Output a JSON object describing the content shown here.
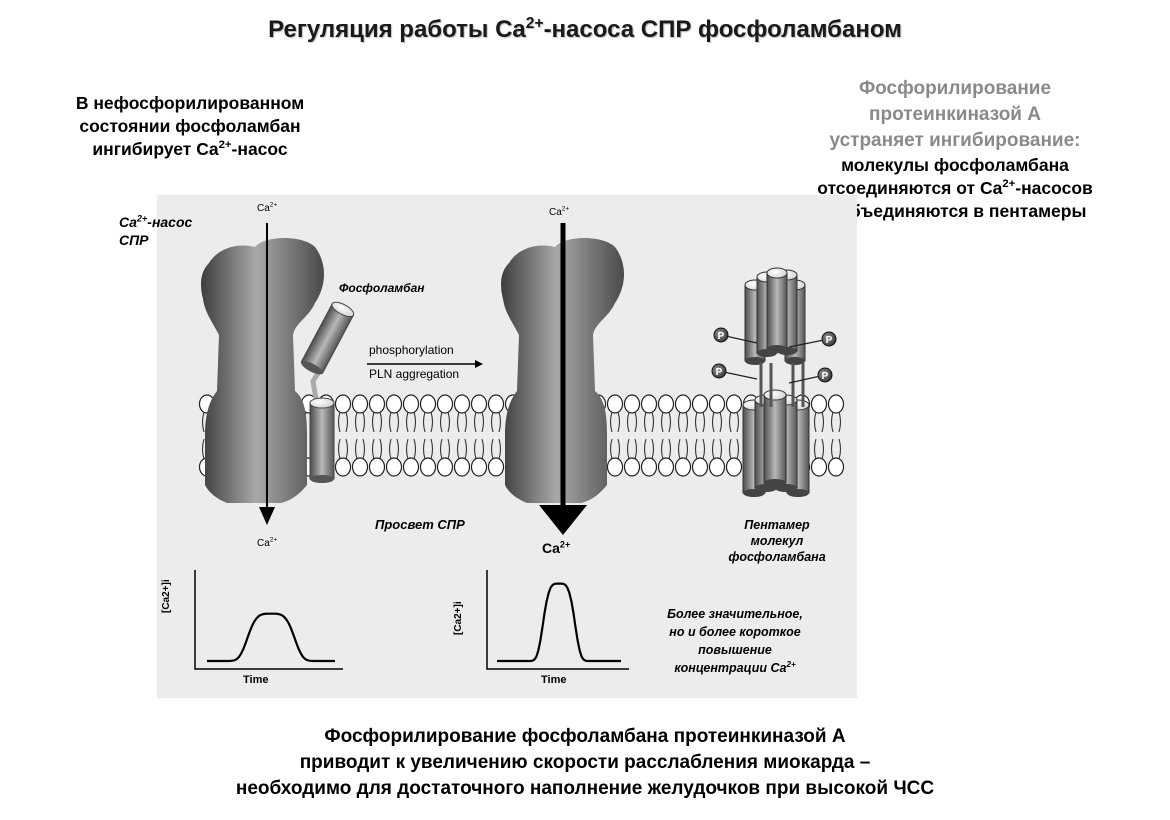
{
  "title": {
    "pre": "Регуляция  работы Ca",
    "sup": "2+",
    "post": "-насоса СПР фосфоламбаном"
  },
  "left_caption": {
    "line1": "В нефосфорилированном",
    "line2": "состоянии фосфоламбан",
    "line3_pre": "ингибирует Ca",
    "line3_sup": "2+",
    "line3_post": "-насос"
  },
  "right_caption": {
    "grey_lines": [
      "Фосфорилирование",
      "протеинкиназой А",
      "устраняет ингибирование:"
    ],
    "line4": "молекулы фосфоламбана",
    "line5_pre": "отсоединяются от Ca",
    "line5_sup": "2+",
    "line5_post": "-насосов",
    "line6": "и объединяются в пентамеры"
  },
  "diagram": {
    "pump_label": {
      "pre": "Ca",
      "sup": "2+",
      "post": "-насос",
      "line2": "СПР"
    },
    "phospholamban_label": "Фосфоламбан",
    "ca_top_left": "Ca",
    "ca_top_right": "Ca",
    "ca_bottom_left": "Ca",
    "ca_bottom_right": "Ca",
    "ca_sup": "2+",
    "arrow_label_top": "phosphorylation",
    "arrow_label_bottom": "PLN aggregation",
    "lumen_label": "Просвет СПР",
    "pentamer_label": [
      "Пентамер",
      "молекул",
      "фосфоламбана"
    ],
    "p_badge": "P",
    "effect_label": {
      "lines": [
        "Более значительное,",
        "но и более короткое",
        "повышение"
      ],
      "last_pre": "концентрации Ca",
      "last_sup": "2+"
    }
  },
  "chart_data": [
    {
      "type": "line",
      "title": "",
      "xlabel": "Time",
      "ylabel": "[Ca2+]i",
      "shape": "low broad transient",
      "peak": 0.55,
      "duration": "longer"
    },
    {
      "type": "line",
      "title": "",
      "xlabel": "Time",
      "ylabel": "[Ca2+]i",
      "shape": "high narrow transient",
      "peak": 0.9,
      "duration": "shorter"
    }
  ],
  "bottom_caption": {
    "line1": "Фосфорилирование фосфоламбана протеинкиназой А",
    "line2": "приводит к увеличению скорости расслабления миокарда –",
    "line3": "необходимо для достаточного наполнение желудочков при высокой ЧСС"
  },
  "colors": {
    "panel_bg": "#ececec",
    "protein_gray": "#8c8c8c",
    "title_grey": "#8a8a8a"
  }
}
